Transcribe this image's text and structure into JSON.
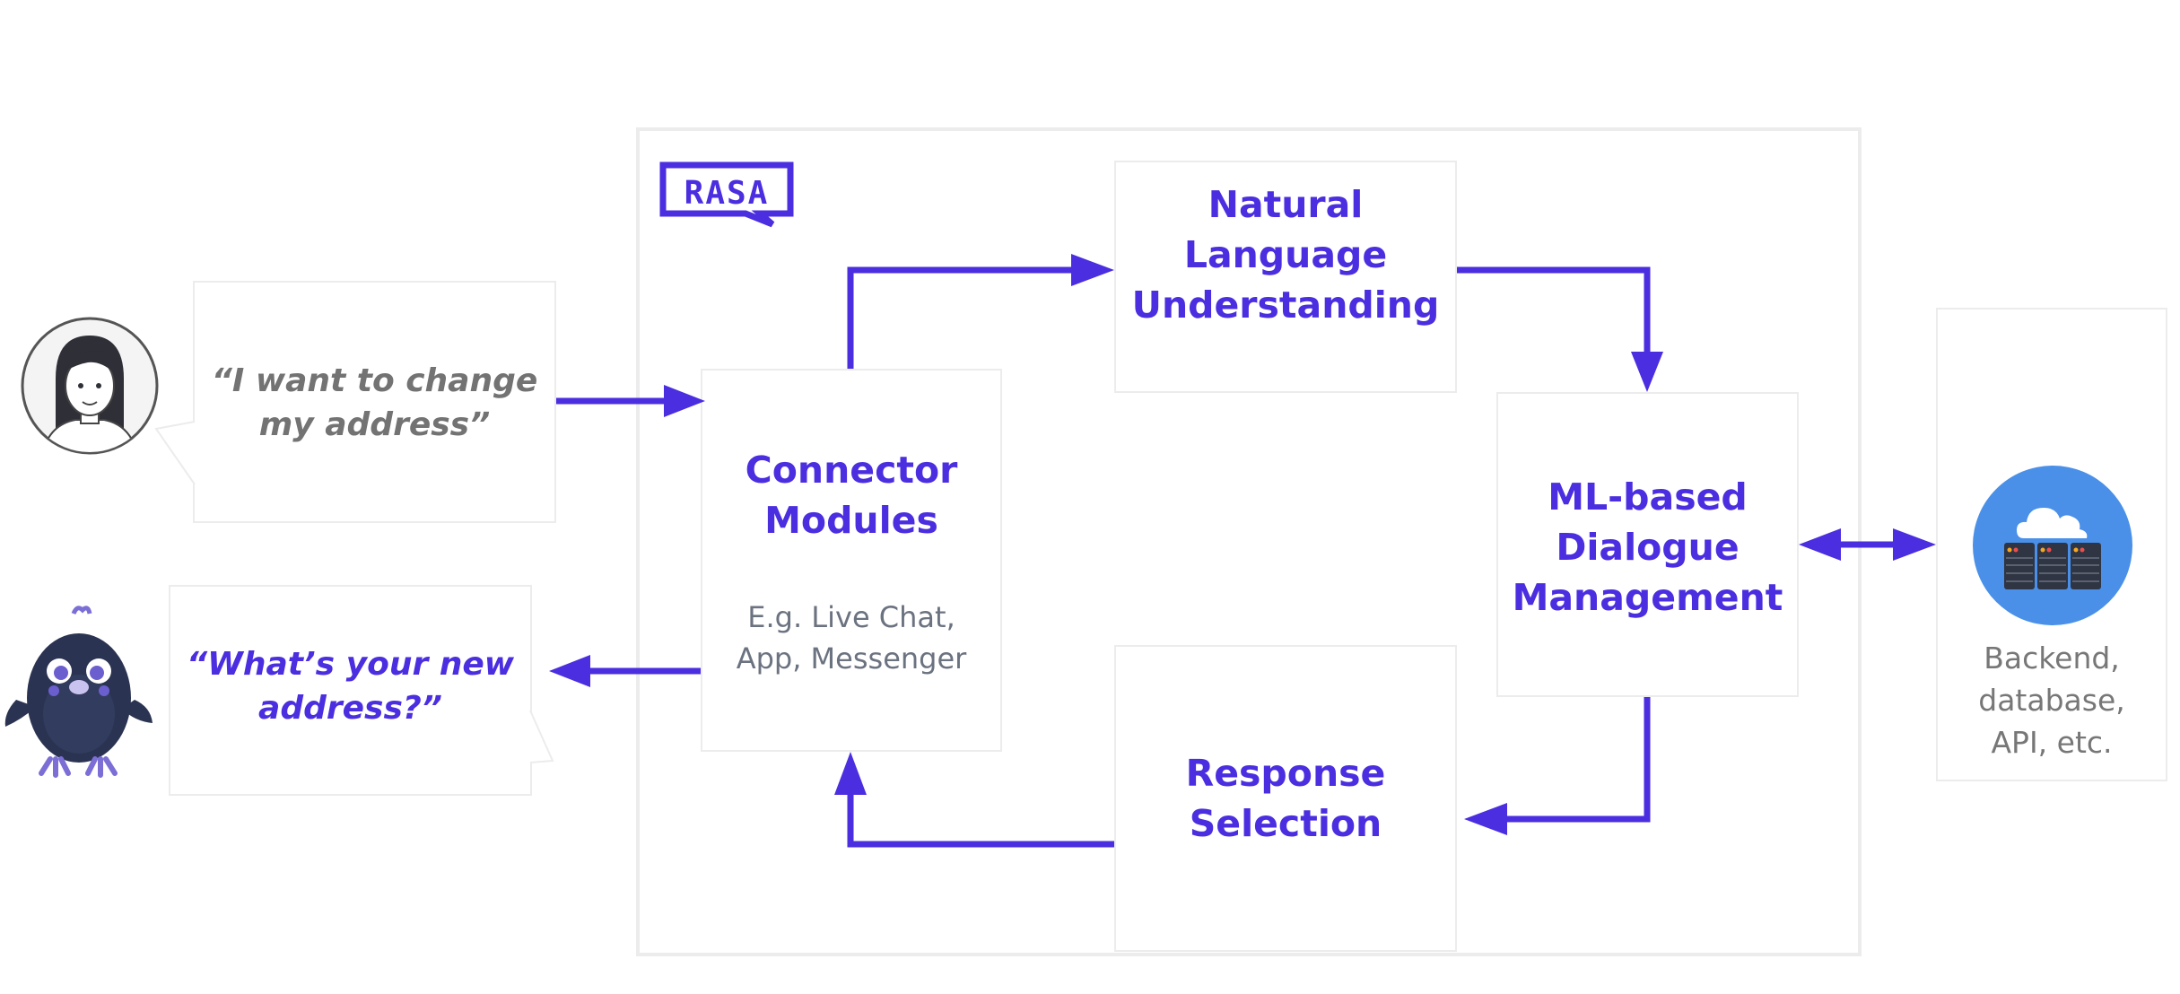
{
  "brand": {
    "logo_text": "RASA",
    "accent_color": "#4a2ee0"
  },
  "user_message": {
    "text_line1": "“I want to change",
    "text_line2": "my address”",
    "color": "#737373"
  },
  "bot_message": {
    "text_line1": "“What’s your new",
    "text_line2": "address?”",
    "color": "#4a2ee0"
  },
  "nodes": {
    "connector": {
      "title_line1": "Connector",
      "title_line2": "Modules",
      "sub_line1": "E.g. Live Chat,",
      "sub_line2": "App, Messenger"
    },
    "nlu": {
      "title_line1": "Natural",
      "title_line2": "Language",
      "title_line3": "Understanding"
    },
    "dialogue": {
      "title_line1": "ML-based",
      "title_line2": "Dialogue",
      "title_line3": "Management"
    },
    "response": {
      "title_line1": "Response",
      "title_line2": "Selection"
    }
  },
  "backend": {
    "line1": "Backend,",
    "line2": "database,",
    "line3": "API, etc.",
    "icon": "cloud-server-icon"
  },
  "icons": {
    "user": "user-avatar-icon",
    "bot": "bot-mascot-icon"
  }
}
